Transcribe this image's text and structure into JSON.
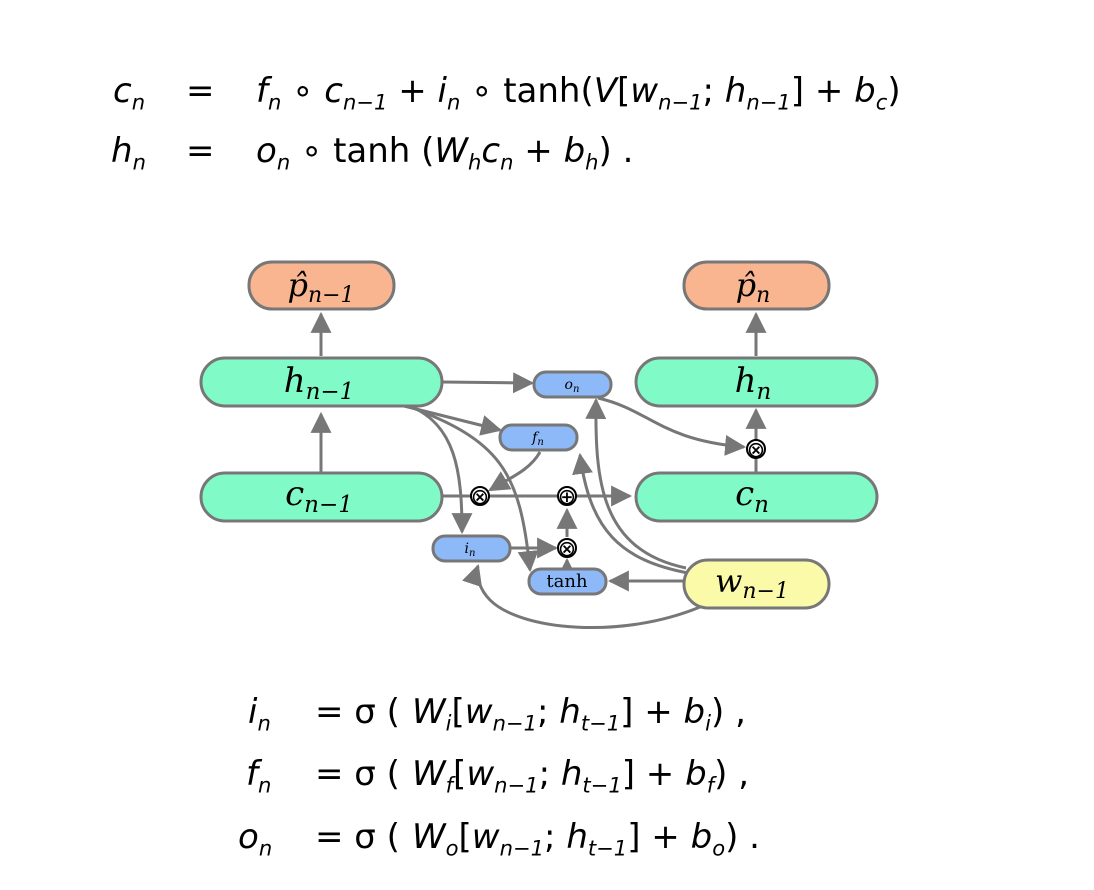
{
  "top_equations": [
    {
      "lhs": [
        "c",
        "n"
      ],
      "eq": "=",
      "rhs_parts": [
        {
          "t": "f",
          "i": 1
        },
        {
          "t": "n",
          "s": 1
        },
        {
          "t": " ∘ "
        },
        {
          "t": "c",
          "i": 1
        },
        {
          "t": "n−1",
          "s": 1
        },
        {
          "t": " + "
        },
        {
          "t": "i",
          "i": 1
        },
        {
          "t": "n",
          "s": 1
        },
        {
          "t": " ∘ tanh("
        },
        {
          "t": "V",
          "i": 1
        },
        {
          "t": "["
        },
        {
          "t": "w",
          "i": 1
        },
        {
          "t": "n−1",
          "s": 1
        },
        {
          "t": "; "
        },
        {
          "t": "h",
          "i": 1
        },
        {
          "t": "n−1",
          "s": 1
        },
        {
          "t": "] + "
        },
        {
          "t": "b",
          "i": 1
        },
        {
          "t": "c",
          "s": 1
        },
        {
          "t": ")"
        }
      ]
    },
    {
      "lhs": [
        "h",
        "n"
      ],
      "eq": "=",
      "rhs_parts": [
        {
          "t": "o",
          "i": 1
        },
        {
          "t": "n",
          "s": 1
        },
        {
          "t": " ∘ tanh ("
        },
        {
          "t": "W",
          "i": 1
        },
        {
          "t": "h",
          "s": 1
        },
        {
          "t": "c",
          "i": 1
        },
        {
          "t": "n",
          "s": 1
        },
        {
          "t": " + "
        },
        {
          "t": "b",
          "i": 1
        },
        {
          "t": "h",
          "s": 1
        },
        {
          "t": ") ."
        }
      ]
    }
  ],
  "bottom_equations": [
    {
      "lhs": [
        "i",
        "n"
      ],
      "eq": "= σ (",
      "rhs_parts": [
        {
          "t": "W",
          "i": 1
        },
        {
          "t": "i",
          "s": 1
        },
        {
          "t": "["
        },
        {
          "t": "w",
          "i": 1
        },
        {
          "t": "n−1",
          "s": 1
        },
        {
          "t": "; "
        },
        {
          "t": "h",
          "i": 1
        },
        {
          "t": "t−1",
          "s": 1
        },
        {
          "t": "] + "
        },
        {
          "t": "b",
          "i": 1
        },
        {
          "t": "i",
          "s": 1
        },
        {
          "t": ") ,"
        }
      ]
    },
    {
      "lhs": [
        "f",
        "n"
      ],
      "eq": "= σ (",
      "rhs_parts": [
        {
          "t": "W",
          "i": 1
        },
        {
          "t": "f",
          "s": 1
        },
        {
          "t": "["
        },
        {
          "t": "w",
          "i": 1
        },
        {
          "t": "n−1",
          "s": 1
        },
        {
          "t": "; "
        },
        {
          "t": "h",
          "i": 1
        },
        {
          "t": "t−1",
          "s": 1
        },
        {
          "t": "] + "
        },
        {
          "t": "b",
          "i": 1
        },
        {
          "t": "f",
          "s": 1
        },
        {
          "t": ") ,"
        }
      ]
    },
    {
      "lhs": [
        "o",
        "n"
      ],
      "eq": "= σ (",
      "rhs_parts": [
        {
          "t": "W",
          "i": 1
        },
        {
          "t": "o",
          "s": 1
        },
        {
          "t": "["
        },
        {
          "t": "w",
          "i": 1
        },
        {
          "t": "n−1",
          "s": 1
        },
        {
          "t": "; "
        },
        {
          "t": "h",
          "i": 1
        },
        {
          "t": "t−1",
          "s": 1
        },
        {
          "t": "] + "
        },
        {
          "t": "b",
          "i": 1
        },
        {
          "t": "o",
          "s": 1
        },
        {
          "t": ") ."
        }
      ]
    }
  ],
  "diagram": {
    "nodes": {
      "p_prev": {
        "base": "p̂",
        "sub": "n−1"
      },
      "p_cur": {
        "base": "p̂",
        "sub": "n"
      },
      "h_prev": {
        "base": "h",
        "sub": "n−1"
      },
      "h_cur": {
        "base": "h",
        "sub": "n"
      },
      "c_prev": {
        "base": "c",
        "sub": "n−1"
      },
      "c_cur": {
        "base": "c",
        "sub": "n"
      },
      "o_gate": {
        "base": "o",
        "sub": "n"
      },
      "f_gate": {
        "base": "f",
        "sub": "n"
      },
      "i_gate": {
        "base": "i",
        "sub": "n"
      },
      "tanh_gate": {
        "text": "tanh"
      },
      "w_prev": {
        "base": "w",
        "sub": "n−1"
      }
    },
    "operators": {
      "mul_symbol": "⊗",
      "add_symbol": "⊕"
    },
    "colors": {
      "state_box": "#80fbc8",
      "output_box": "#f9b58f",
      "gate_box": "#8db9f8",
      "input_box": "#fafaa8",
      "stroke": "#777777",
      "arrow": "#777777"
    }
  }
}
